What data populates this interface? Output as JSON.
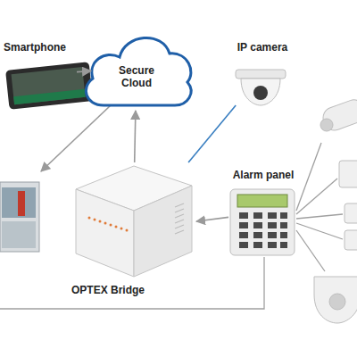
{
  "diagram": {
    "nodes": [
      {
        "text": [
          "Smartphone"
        ]
      },
      {
        "text": [
          "Secure Cloud"
        ]
      },
      {
        "text": [
          "IP camera"
        ]
      },
      {
        "text": [
          "Alarm panel"
        ]
      },
      {
        "text": [
          "OPTEX Bridge"
        ]
      }
    ],
    "edges": [
      {
        "from": 1,
        "to": 0,
        "arrow": "to"
      },
      {
        "from": 4,
        "to": 1,
        "arrow": "to"
      },
      {
        "from": 4,
        "to": 2,
        "arrow": "none"
      },
      {
        "from": 3,
        "to": 4,
        "arrow": "to"
      }
    ]
  }
}
